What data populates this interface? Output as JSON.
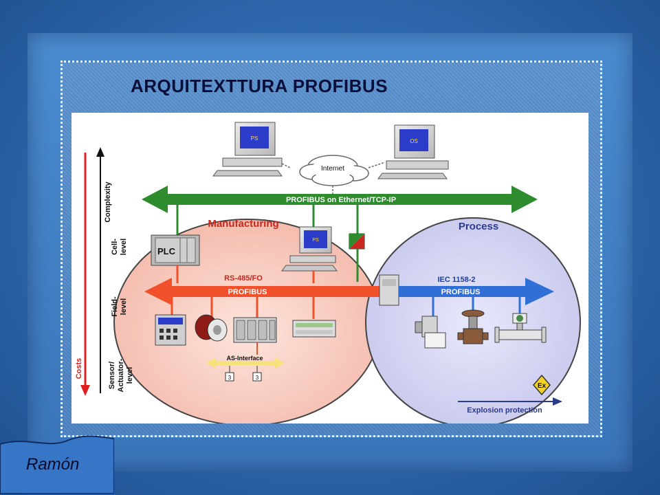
{
  "slide": {
    "title": "ARQUITEXTTURA PROFIBUS"
  },
  "author": {
    "name": "Ramón"
  },
  "diagram": {
    "internet_label": "Internet",
    "pc_labels": [
      "PS",
      "OS",
      "PS"
    ],
    "ethernet_bus": "PROFIBUS on Ethernet/TCP-IP",
    "manufacturing": "Manufacturing",
    "process": "Process",
    "plc": "PLC",
    "rs485_sub": "RS-485/FO",
    "rs485_main": "PROFIBUS",
    "iec_sub": "IEC 1158-2",
    "iec_main": "PROFIBUS",
    "as_interface": "AS-Interface",
    "as_slaves": [
      "3",
      "3"
    ],
    "complexity": "Complexity",
    "costs": "Costs",
    "levels": {
      "cell": [
        "Cell-",
        "level"
      ],
      "field": [
        "Field-",
        "level"
      ],
      "sensor": [
        "Sensor/",
        "Actuator-",
        "level"
      ]
    },
    "explosion": "Explosion protection",
    "ex_symbol": "Ex",
    "colors": {
      "ethernet": "#2e8b2e",
      "rs485": "#f0502a",
      "iec": "#2f6fd6",
      "costs": "#e02020"
    }
  }
}
